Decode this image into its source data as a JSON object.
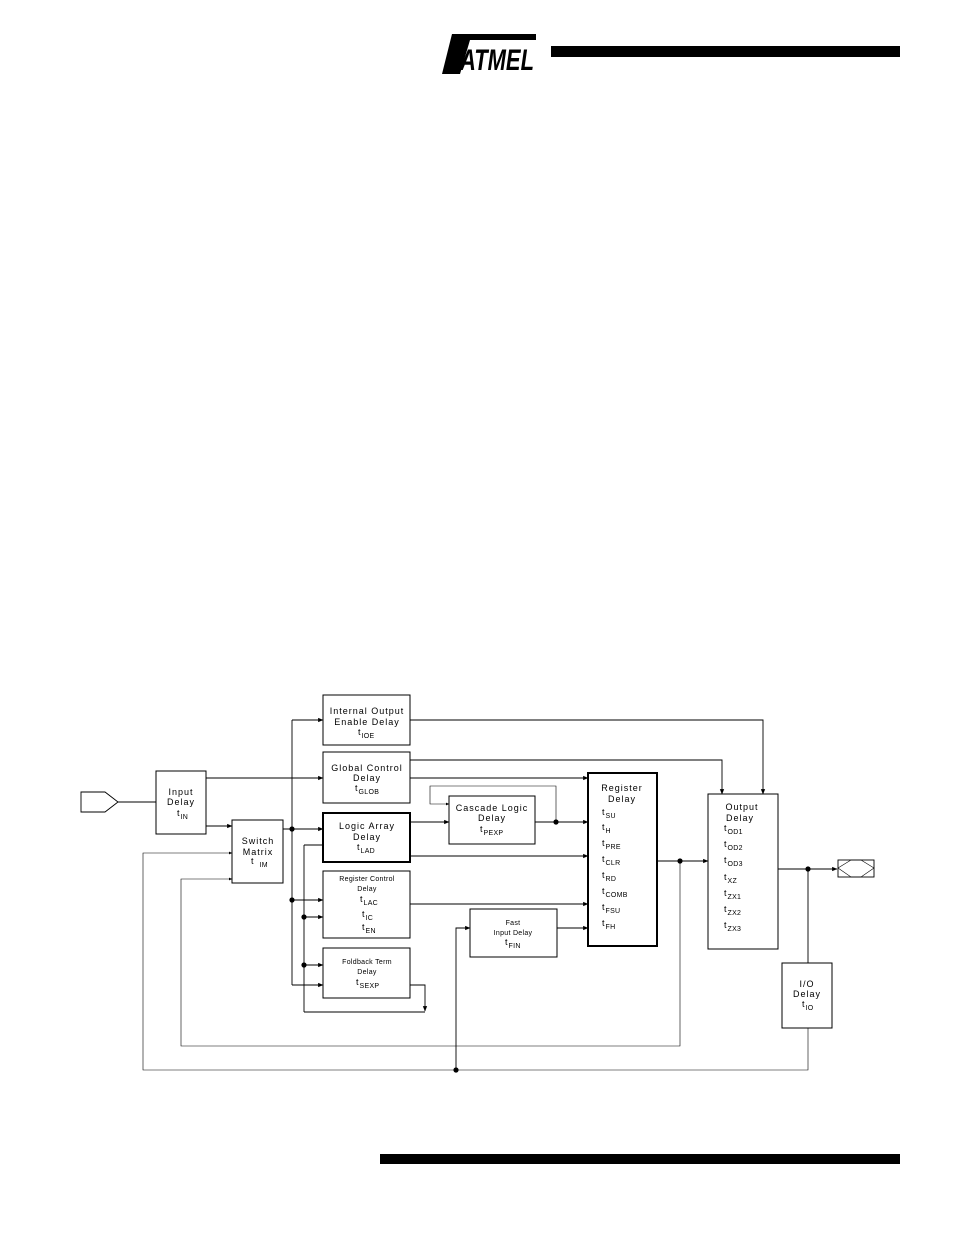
{
  "header": {
    "logo_text": "ATMEL"
  },
  "blocks": {
    "input_delay": {
      "line1": "Input",
      "line2": "Delay",
      "param": {
        "t": "t",
        "sub": "IN"
      }
    },
    "switch_matrix": {
      "line1": "Switch",
      "line2": "Matrix",
      "param": {
        "t": "t",
        "sub": "IM"
      }
    },
    "internal_output_enable": {
      "line1": "Internal Output",
      "line2": "Enable Delay",
      "param": {
        "t": "t",
        "sub": "IOE"
      }
    },
    "global_control": {
      "line1": "Global Control",
      "line2": "Delay",
      "param": {
        "t": "t",
        "sub": "GLOB"
      }
    },
    "logic_array": {
      "line1": "Logic Array",
      "line2": "Delay",
      "param": {
        "t": "t",
        "sub": "LAD"
      }
    },
    "cascade_logic": {
      "line1": "Cascade Logic",
      "line2": "Delay",
      "param": {
        "t": "t",
        "sub": "PEXP"
      }
    },
    "register_control": {
      "line1": "Register Control",
      "line2": "Delay",
      "params": [
        {
          "t": "t",
          "sub": "LAC"
        },
        {
          "t": "t",
          "sub": "IC"
        },
        {
          "t": "t",
          "sub": "EN"
        }
      ]
    },
    "foldback_term": {
      "line1": "Foldback Term",
      "line2": "Delay",
      "param": {
        "t": "t",
        "sub": "SEXP"
      }
    },
    "fast_input": {
      "line1": "Fast",
      "line2": "Input Delay",
      "param": {
        "t": "t",
        "sub": "FIN"
      }
    },
    "register_delay": {
      "line1": "Register",
      "line2": "Delay",
      "params": [
        {
          "t": "t",
          "sub": "SU"
        },
        {
          "t": "t",
          "sub": "H"
        },
        {
          "t": "t",
          "sub": "PRE"
        },
        {
          "t": "t",
          "sub": "CLR"
        },
        {
          "t": "t",
          "sub": "RD"
        },
        {
          "t": "t",
          "sub": "COMB"
        },
        {
          "t": "t",
          "sub": "FSU"
        },
        {
          "t": "t",
          "sub": "FH"
        }
      ]
    },
    "output_delay": {
      "line1": "Output",
      "line2": "Delay",
      "params": [
        {
          "t": "t",
          "sub": "OD1"
        },
        {
          "t": "t",
          "sub": "OD2"
        },
        {
          "t": "t",
          "sub": "OD3"
        },
        {
          "t": "t",
          "sub": "XZ"
        },
        {
          "t": "t",
          "sub": "ZX1"
        },
        {
          "t": "t",
          "sub": "ZX2"
        },
        {
          "t": "t",
          "sub": "ZX3"
        }
      ]
    },
    "io_delay": {
      "line1": "I/O",
      "line2": "Delay",
      "param": {
        "t": "t",
        "sub": "IO"
      }
    }
  },
  "colors": {
    "ink": "#000000",
    "paper": "#ffffff"
  }
}
